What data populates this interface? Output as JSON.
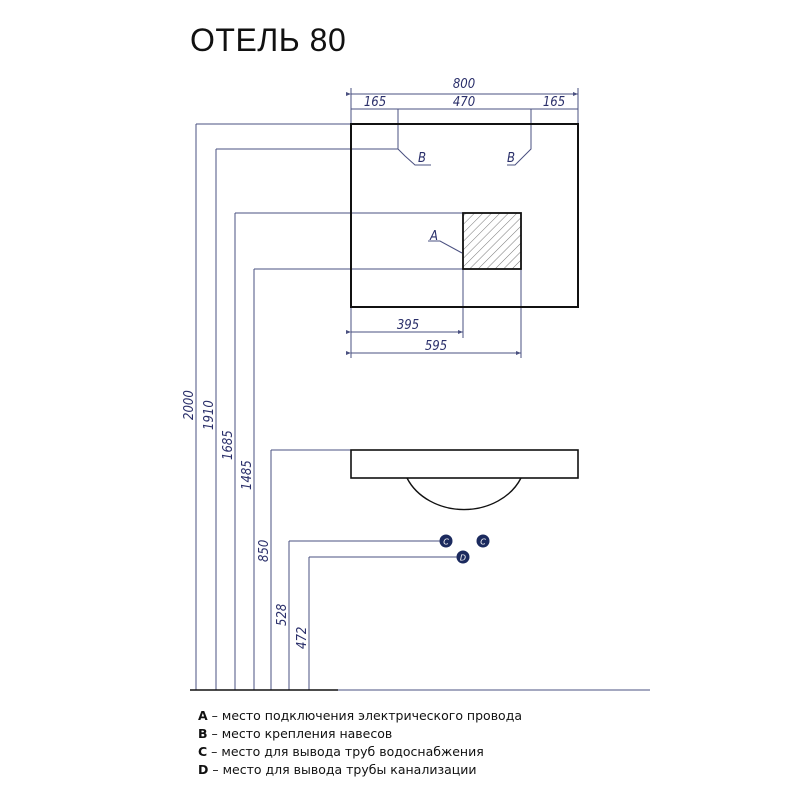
{
  "title": "ОТЕЛЬ 80",
  "top_view": {
    "dims": {
      "total_width": "800",
      "left_offset": "165",
      "center_span": "470",
      "right_offset": "165",
      "socket_left": "395",
      "socket_right": "595"
    },
    "labels": {
      "hanger_left": "B",
      "hanger_right": "B",
      "socket": "A"
    }
  },
  "side_dims": {
    "h2000": "2000",
    "h1910": "1910",
    "h1685": "1685",
    "h1485": "1485",
    "h850": "850",
    "h528": "528",
    "h472": "472"
  },
  "markers": {
    "c1": "C",
    "c2": "C",
    "d": "D"
  },
  "legend": [
    {
      "key": "A",
      "text": " – место подключения электрического провода"
    },
    {
      "key": "B",
      "text": " – место крепления навесов"
    },
    {
      "key": "C",
      "text": " – место для вывода труб водоснабжения"
    },
    {
      "key": "D",
      "text": " – место для вывода трубы канализации"
    }
  ],
  "colors": {
    "dim_line": "#4a5080",
    "outline": "#111111",
    "marker": "#1b2a5e"
  }
}
